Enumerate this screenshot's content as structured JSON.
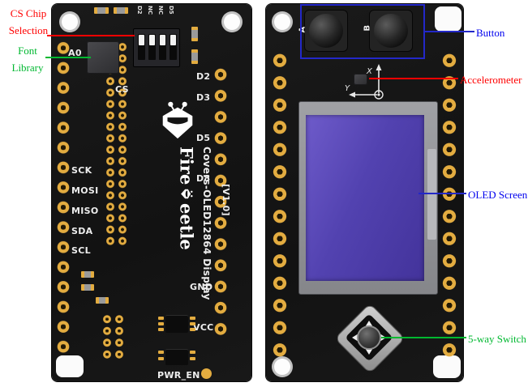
{
  "annotations": {
    "cs_chip": {
      "line1": "CS Chip",
      "line2": "Selection"
    },
    "font_library": {
      "line1": "Font",
      "line2": "Library"
    },
    "button": "Button",
    "accelerometer": "Accelerometer",
    "oled": "OLED Screen",
    "five_way": "5-way Switch"
  },
  "colors": {
    "annotation_red": "#ff0000",
    "annotation_green": "#00b830",
    "annotation_blue": "#0000ee",
    "pcb_black": "#141414",
    "pad_gold": "#e3ac40",
    "oled_purple": "#5242b0"
  },
  "left_board": {
    "dip_labels": [
      "D2",
      "NC",
      "NC",
      "D5"
    ],
    "chip_select_label": "CS",
    "pin_a0": "A0",
    "pins_left": [
      "SCK",
      "MOSI",
      "MISO",
      "SDA",
      "SCL"
    ],
    "pins_right": [
      "D2",
      "D3",
      "D5",
      "D8"
    ],
    "pin_gnd": "GND",
    "pin_vcc": "VCC",
    "pin_pwr_en": "PWR_EN",
    "brand_top": "Fire",
    "brand_bottom": "eetle",
    "subtitle": "Covers-OLED12864 Display",
    "version": "[V1.0]"
  },
  "right_board": {
    "button_a": "A",
    "button_b": "B",
    "axis_x": "X",
    "axis_y": "Y"
  }
}
